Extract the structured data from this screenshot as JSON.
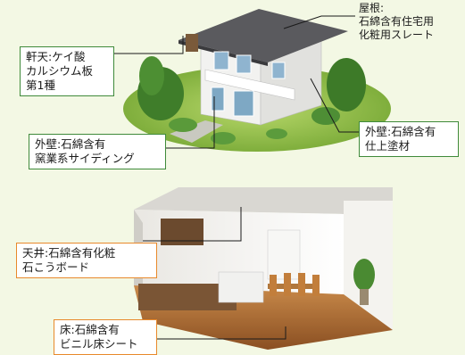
{
  "colors": {
    "background": "#f3f8e4",
    "house_label_border": "#3f8a3a",
    "interior_label_border": "#e8892b"
  },
  "house": {
    "roof_label": "屋根:\n石綿含有住宅用\n化粧用スレート",
    "eaves_label": "軒天:ケイ酸\nカルシウム板\n第1種",
    "wall_siding_label": "外壁:石綿含有\n窯業系サイディング",
    "wall_finish_label": "外壁:石綿含有\n仕上塗材"
  },
  "interior": {
    "ceiling_label": "天井:石綿含有化粧\n石こうボード",
    "floor_label": "床:石綿含有\nビニル床シート"
  }
}
